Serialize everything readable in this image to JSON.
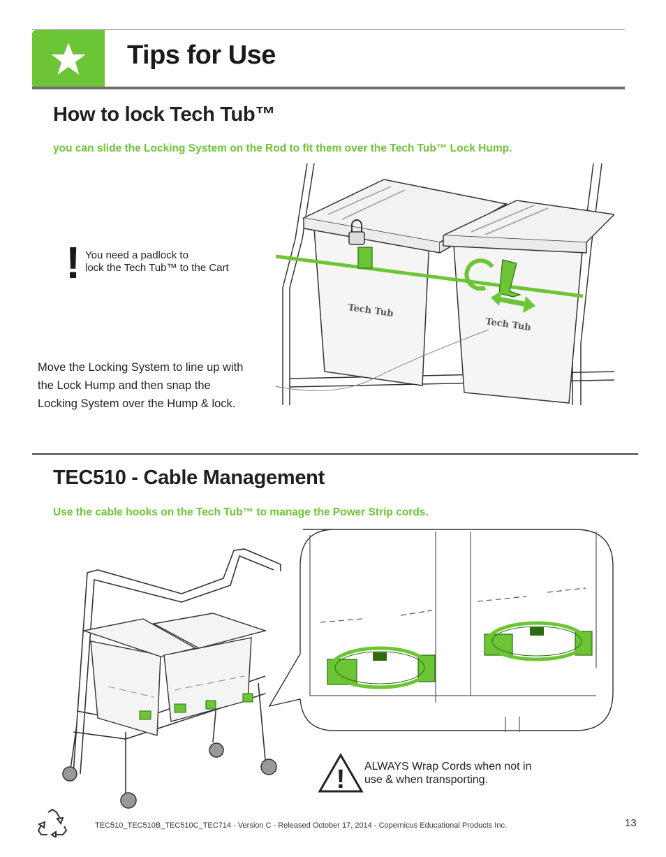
{
  "header": {
    "title": "Tips for Use",
    "accent_color": "#6cc534",
    "icon": "star-icon"
  },
  "section_lock": {
    "heading": "How to lock Tech Tub™",
    "subheading": "you can slide the Locking System on the Rod to fit them over the Tech Tub™ Lock Hump.",
    "warning": {
      "mark": "!",
      "line1": "You need a padlock to",
      "line2": "lock the Tech Tub™ to the Cart"
    },
    "instruction_lines": [
      "Move the Locking System to line up with",
      "the Lock Hump and then snap the",
      "Locking System over the Hump & lock."
    ],
    "tub_label_left": "Tech Tub",
    "tub_label_right": "Tech Tub"
  },
  "section_cable": {
    "heading": "TEC510 - Cable Management",
    "subheading": "Use the cable hooks on the Tech Tub™ to manage the Power Strip cords.",
    "warning": {
      "mark": "!",
      "line1": "ALWAYS Wrap Cords when not in",
      "line2": "use & when transporting."
    }
  },
  "footer": {
    "text": "TEC510_TEC510B_TEC510C_TEC714 - Version C - Released October 17, 2014 - Copernicus Educational Products Inc.",
    "page_number": "13",
    "icon": "recycle-icon"
  }
}
